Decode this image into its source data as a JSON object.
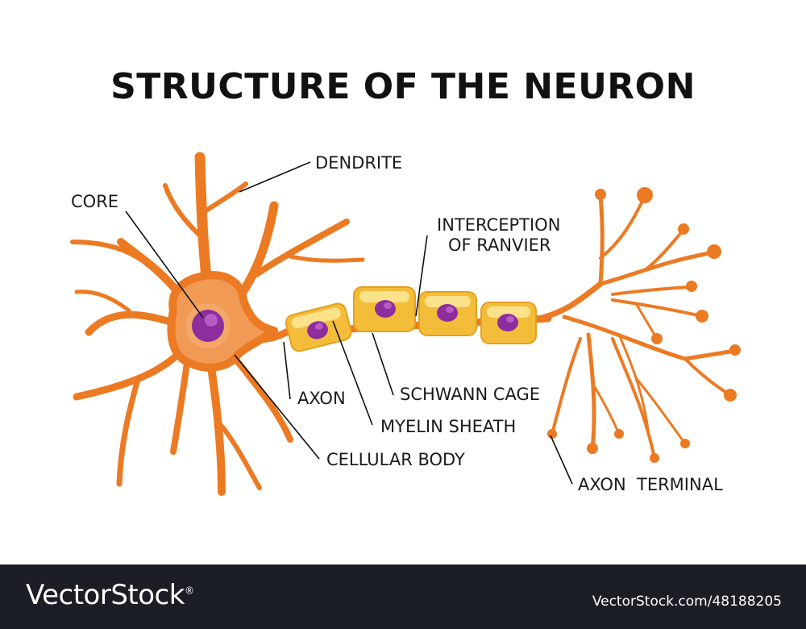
{
  "title": "STRUCTURE OF THE NEURON",
  "labels": {
    "dendrite": "DENDRITE",
    "core": "CORE",
    "interception_line1": "INTERCEPTION",
    "interception_line2": "OF RANVIER",
    "axon": "AXON",
    "schwann_cage": "SCHWANN CAGE",
    "myelin_sheath": "MYELIN SHEATH",
    "cellular_body": "CELLULAR BODY",
    "axon_terminal": "AXON  TERMINAL"
  },
  "footer": {
    "brand": "VectorStock",
    "registered": "®",
    "image_id": "VectorStock.com/48188205"
  },
  "colors": {
    "neuron": "#ec7a23",
    "cell_body_fill": "#f09a55",
    "myelin": "#f3bd3a",
    "myelin_highlight": "#fbe28a",
    "nucleus": "#8e2e9e",
    "footer_bg": "#1c1e25"
  }
}
